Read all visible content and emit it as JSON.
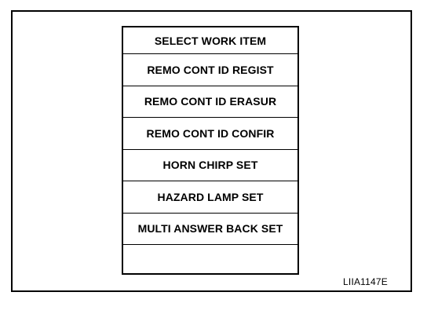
{
  "menu": {
    "header": "SELECT WORK ITEM",
    "items": [
      {
        "label": "REMO CONT ID REGIST"
      },
      {
        "label": "REMO CONT ID ERASUR"
      },
      {
        "label": "REMO CONT ID CONFIR"
      },
      {
        "label": "HORN CHIRP SET"
      },
      {
        "label": "HAZARD LAMP SET"
      },
      {
        "label": "MULTI ANSWER BACK SET"
      }
    ]
  },
  "figure": {
    "code": "LIIA1147E"
  }
}
